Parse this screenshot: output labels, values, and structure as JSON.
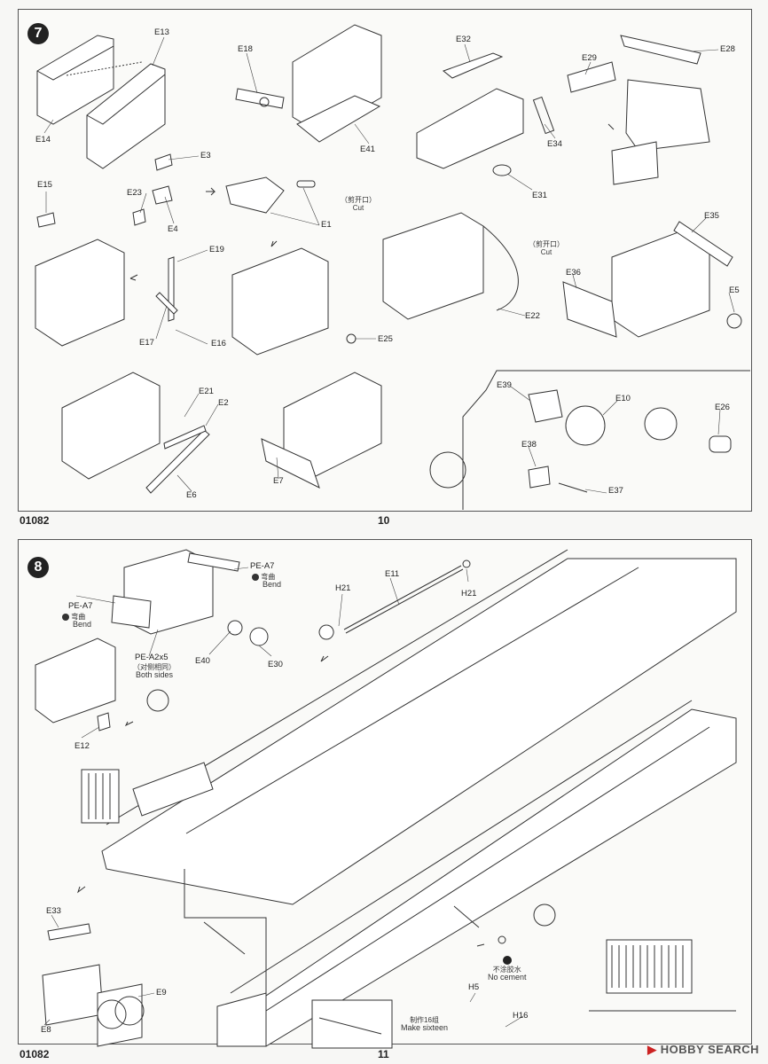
{
  "top_page": {
    "step": "7",
    "kit_number": "01082",
    "page_number": "10",
    "labels": {
      "E13": "E13",
      "E14": "E14",
      "E18": "E18",
      "E41": "E41",
      "E32": "E32",
      "E31": "E31",
      "E29": "E29",
      "E28": "E28",
      "E34": "E34",
      "E3": "E3",
      "E4": "E4",
      "E23": "E23",
      "E15": "E15",
      "E1": "E1",
      "E19": "E19",
      "E17": "E17",
      "E16": "E16",
      "E25": "E25",
      "E22": "E22",
      "E35": "E35",
      "E36": "E36",
      "E5": "E5",
      "E21": "E21",
      "E2": "E2",
      "E6": "E6",
      "E7": "E7",
      "E39": "E39",
      "E10": "E10",
      "E26": "E26",
      "E38": "E38",
      "E37": "E37"
    },
    "cut_note_cn": "（剪开口）",
    "cut_note_en": "Cut",
    "cut_note2_cn": "（剪开口）",
    "cut_note2_en": "Cut"
  },
  "bottom_page": {
    "step": "8",
    "kit_number": "01082",
    "page_number": "11",
    "labels": {
      "PEA7a": "PE-A7",
      "PEA7b": "PE-A7",
      "PEA2": "PE-A2x5",
      "E40": "E40",
      "E30": "E30",
      "E11": "E11",
      "H21a": "H21",
      "H21b": "H21",
      "E12": "E12",
      "E33": "E33",
      "E9": "E9",
      "E8": "E8",
      "H5": "H5",
      "H16": "H16"
    },
    "bend_cn": "弯曲",
    "bend_en": "Bend",
    "bend2_cn": "弯曲",
    "bend2_en": "Bend",
    "both_sides_cn": "（对侧相同）",
    "both_sides_en": "Both sides",
    "no_cement_cn": "不涂胶水",
    "no_cement_en": "No cement",
    "make_sixteen_cn": "制作16组",
    "make_sixteen_en": "Make sixteen"
  },
  "watermark": {
    "brand": "HOBBY SEARCH",
    "icon": "hobbysearch-logo-icon"
  }
}
